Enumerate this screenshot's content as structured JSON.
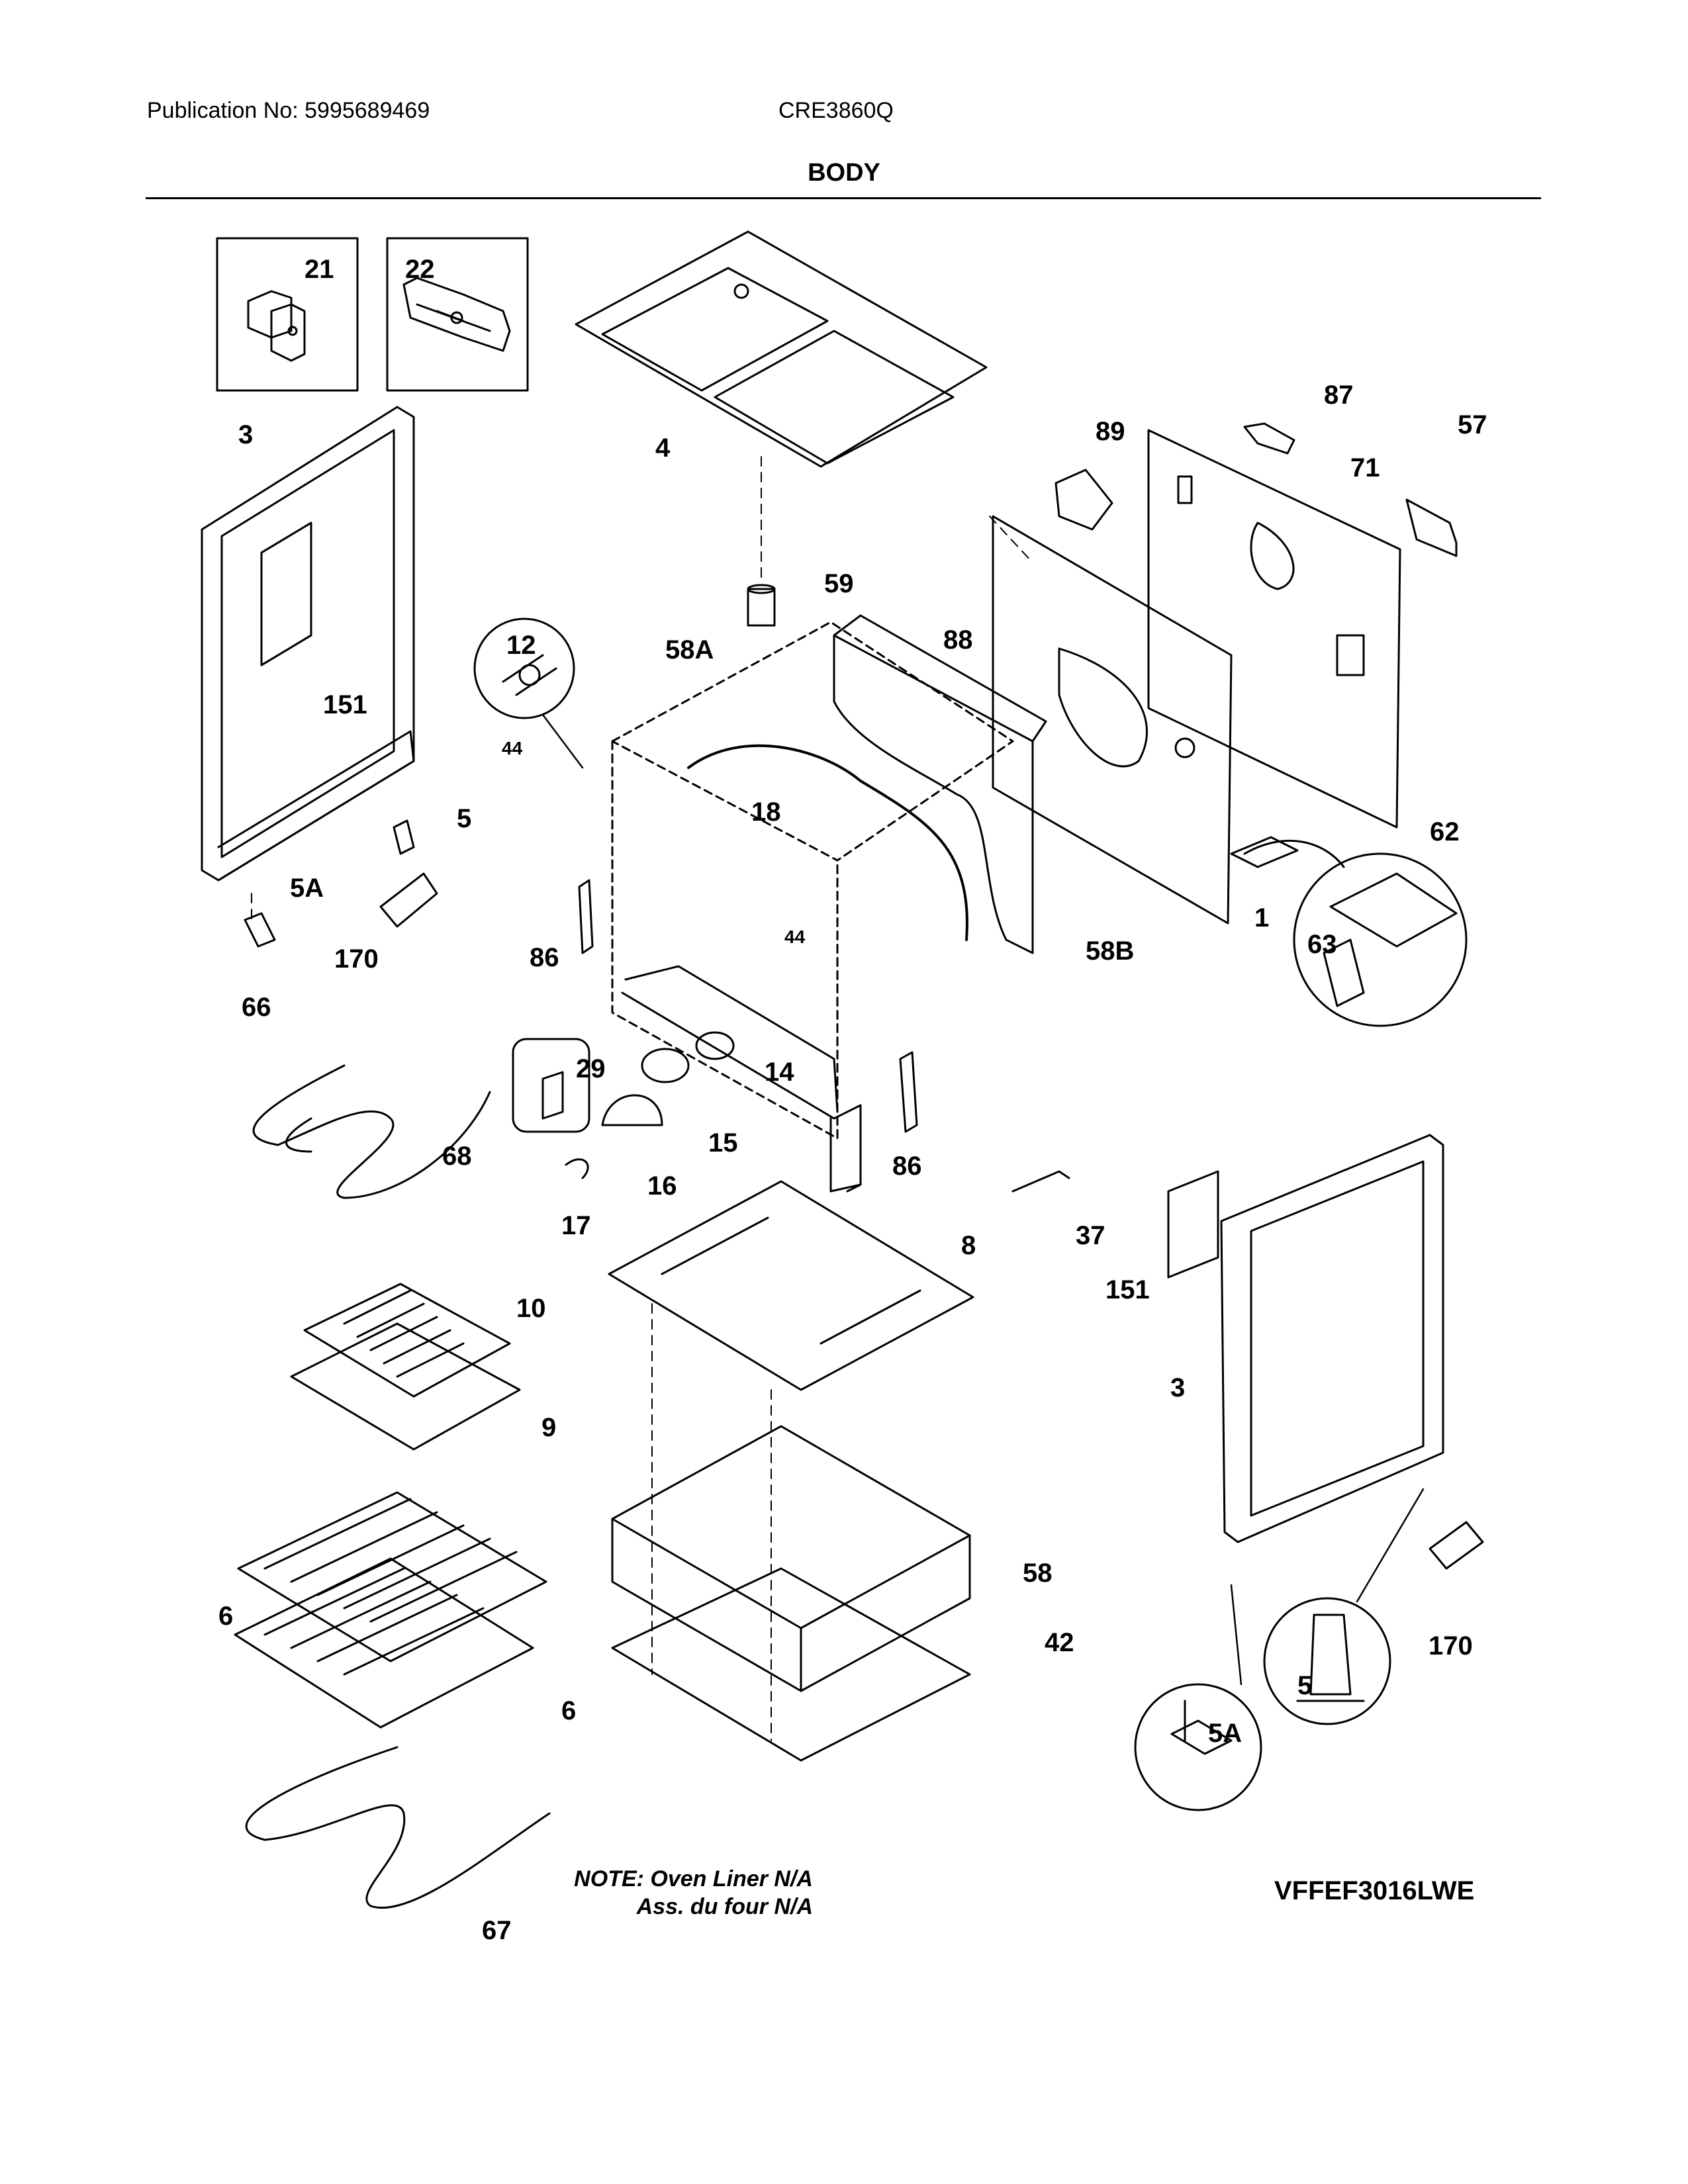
{
  "header": {
    "publication": "Publication No: 5995689469",
    "model": "CRE3860Q",
    "section_title": "BODY"
  },
  "callouts": {
    "c21": "21",
    "c22": "22",
    "c4": "4",
    "c87": "87",
    "c57": "57",
    "c89": "89",
    "c71": "71",
    "c3_left": "3",
    "c151_left": "151",
    "c59": "59",
    "c88": "88",
    "c12": "12",
    "c58A": "58A",
    "c44_a": "44",
    "c18": "18",
    "c5_left": "5",
    "c5A_left": "5A",
    "c170_left": "170",
    "c62": "62",
    "c1": "1",
    "c63": "63",
    "c86_a": "86",
    "c44_b": "44",
    "c58B": "58B",
    "c66": "66",
    "c29": "29",
    "c14": "14",
    "c15": "15",
    "c68": "68",
    "c16": "16",
    "c86_b": "86",
    "c17": "17",
    "c37": "37",
    "c8": "8",
    "c151_right": "151",
    "c10": "10",
    "c9": "9",
    "c3_right": "3",
    "c58": "58",
    "c6_a": "6",
    "c6_b": "6",
    "c42": "42",
    "c170_right": "170",
    "c5_right": "5",
    "c5A_right": "5A",
    "c67": "67"
  },
  "note": {
    "line1": "NOTE: Oven Liner N/A",
    "line2": "Ass. du four N/A"
  },
  "diagram_code": "VFFEF3016LWE"
}
